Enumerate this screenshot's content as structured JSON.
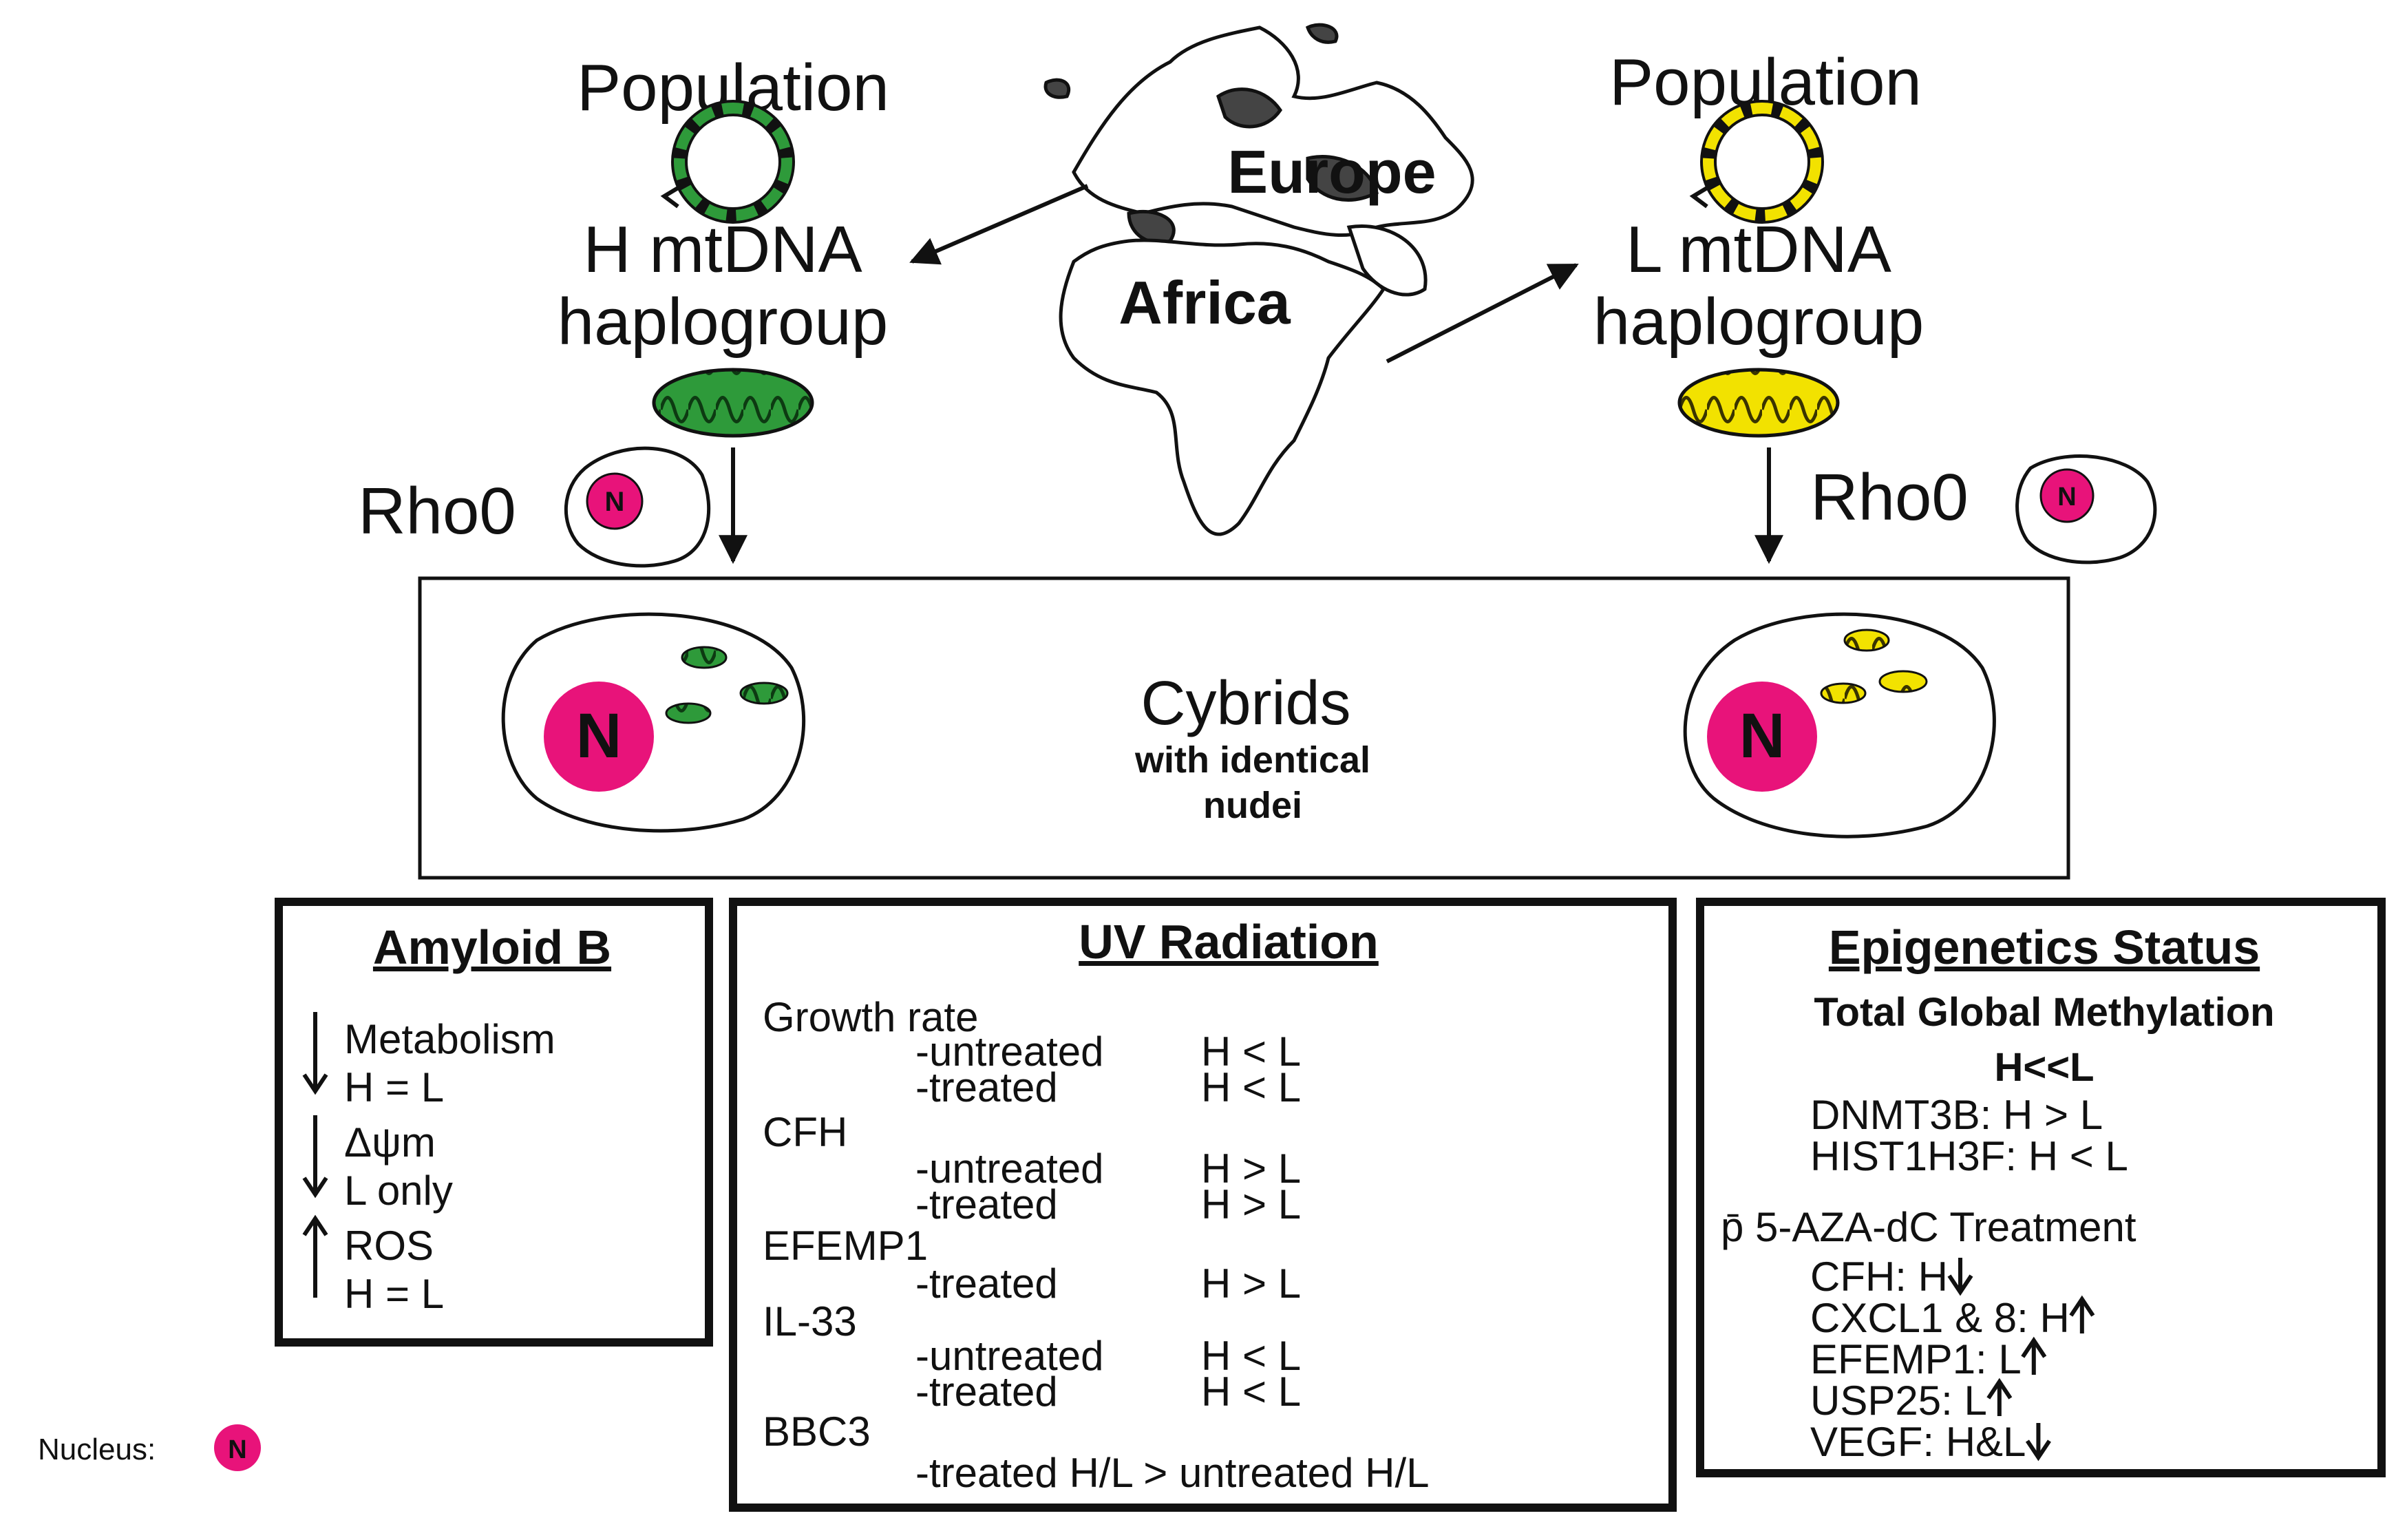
{
  "colors": {
    "h_mito": "#2e9a3a",
    "l_mito": "#f2e200",
    "nucleus": "#e8137a",
    "land": "#444444",
    "ink": "#111111"
  },
  "top": {
    "left_population": "Population",
    "right_population": "Population",
    "europe_label": "Europe",
    "africa_label": "Africa",
    "h_group_line1": "H mtDNA",
    "h_group_line2": "haplogroup",
    "l_group_line1": "L mtDNA",
    "l_group_line2": "haplogroup",
    "rho0_left": "Rho0",
    "rho0_right": "Rho0",
    "nucleus_glyph": "N"
  },
  "cybrids": {
    "title": "Cybrids",
    "sub1": "with identical",
    "sub2": "nudei"
  },
  "amyloid": {
    "title": "Amyloid B",
    "items": [
      {
        "arrow": "down",
        "line1": "Metabolism",
        "line2": "H = L"
      },
      {
        "arrow": "down",
        "line1": "Δψm",
        "line2": "L only"
      },
      {
        "arrow": "up",
        "line1": "ROS",
        "line2": "H = L"
      }
    ]
  },
  "uv": {
    "title": "UV Radiation",
    "lines": [
      {
        "indent": 0,
        "label": "Growth rate",
        "cmp": ""
      },
      {
        "indent": 1,
        "label": "-untreated",
        "cmp": "H < L"
      },
      {
        "indent": 1,
        "label": "-treated",
        "cmp": "H < L"
      },
      {
        "indent": 0,
        "label": "CFH",
        "cmp": ""
      },
      {
        "indent": 1,
        "label": "-untreated",
        "cmp": "H > L"
      },
      {
        "indent": 1,
        "label": "-treated",
        "cmp": "H > L"
      },
      {
        "indent": 0,
        "label": "EFEMP1",
        "cmp": ""
      },
      {
        "indent": 1,
        "label": "-treated",
        "cmp": "H > L"
      },
      {
        "indent": 0,
        "label": "IL-33",
        "cmp": ""
      },
      {
        "indent": 1,
        "label": "-untreated",
        "cmp": "H < L"
      },
      {
        "indent": 1,
        "label": "-treated",
        "cmp": "H < L"
      },
      {
        "indent": 0,
        "label": "BBC3",
        "cmp": ""
      },
      {
        "indent": 1,
        "label": "-treated H/L > untreated H/L",
        "cmp": ""
      }
    ]
  },
  "epigenetics": {
    "title": "Epigenetics Status",
    "global_label": "Total Global Methylation",
    "global_value": "H<<L",
    "genes": [
      "DNMT3B: H > L",
      "HIST1H3F: H < L"
    ],
    "treatment_label": "p̄ 5-AZA-dC Treatment",
    "treatment_items": [
      {
        "text": "CFH: H",
        "arrow": "down"
      },
      {
        "text": "CXCL1 & 8: H",
        "arrow": "up"
      },
      {
        "text": "EFEMP1: L",
        "arrow": "up"
      },
      {
        "text": "USP25: L",
        "arrow": "up"
      },
      {
        "text": "VEGF: H&L",
        "arrow": "down"
      }
    ]
  },
  "legend": {
    "label": "Nucleus:",
    "glyph": "N"
  }
}
